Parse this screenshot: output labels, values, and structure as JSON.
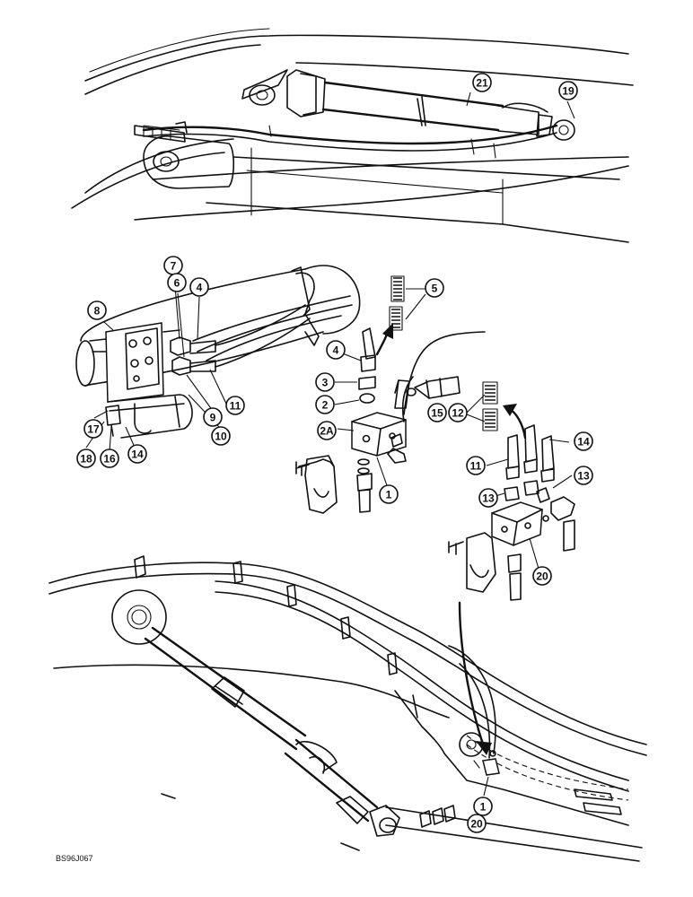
{
  "figure_code": "BS96J067",
  "callouts": [
    {
      "id": "c21",
      "label": "21"
    },
    {
      "id": "c19",
      "label": "19"
    },
    {
      "id": "c7",
      "label": "7"
    },
    {
      "id": "c6",
      "label": "6"
    },
    {
      "id": "c4a",
      "label": "4"
    },
    {
      "id": "c8",
      "label": "8"
    },
    {
      "id": "c5",
      "label": "5"
    },
    {
      "id": "c4b",
      "label": "4"
    },
    {
      "id": "c3",
      "label": "3"
    },
    {
      "id": "c2",
      "label": "2"
    },
    {
      "id": "c2A",
      "label": "2A"
    },
    {
      "id": "c11a",
      "label": "11"
    },
    {
      "id": "c9",
      "label": "9"
    },
    {
      "id": "c10",
      "label": "10"
    },
    {
      "id": "c17",
      "label": "17"
    },
    {
      "id": "c18",
      "label": "18"
    },
    {
      "id": "c16",
      "label": "16"
    },
    {
      "id": "c14a",
      "label": "14"
    },
    {
      "id": "c1a",
      "label": "1"
    },
    {
      "id": "c15",
      "label": "15"
    },
    {
      "id": "c12",
      "label": "12"
    },
    {
      "id": "c14b",
      "label": "14"
    },
    {
      "id": "c11b",
      "label": "11"
    },
    {
      "id": "c13a",
      "label": "13"
    },
    {
      "id": "c13b",
      "label": "13"
    },
    {
      "id": "c20a",
      "label": "20"
    },
    {
      "id": "c1b",
      "label": "1"
    },
    {
      "id": "c20b",
      "label": "20"
    }
  ]
}
